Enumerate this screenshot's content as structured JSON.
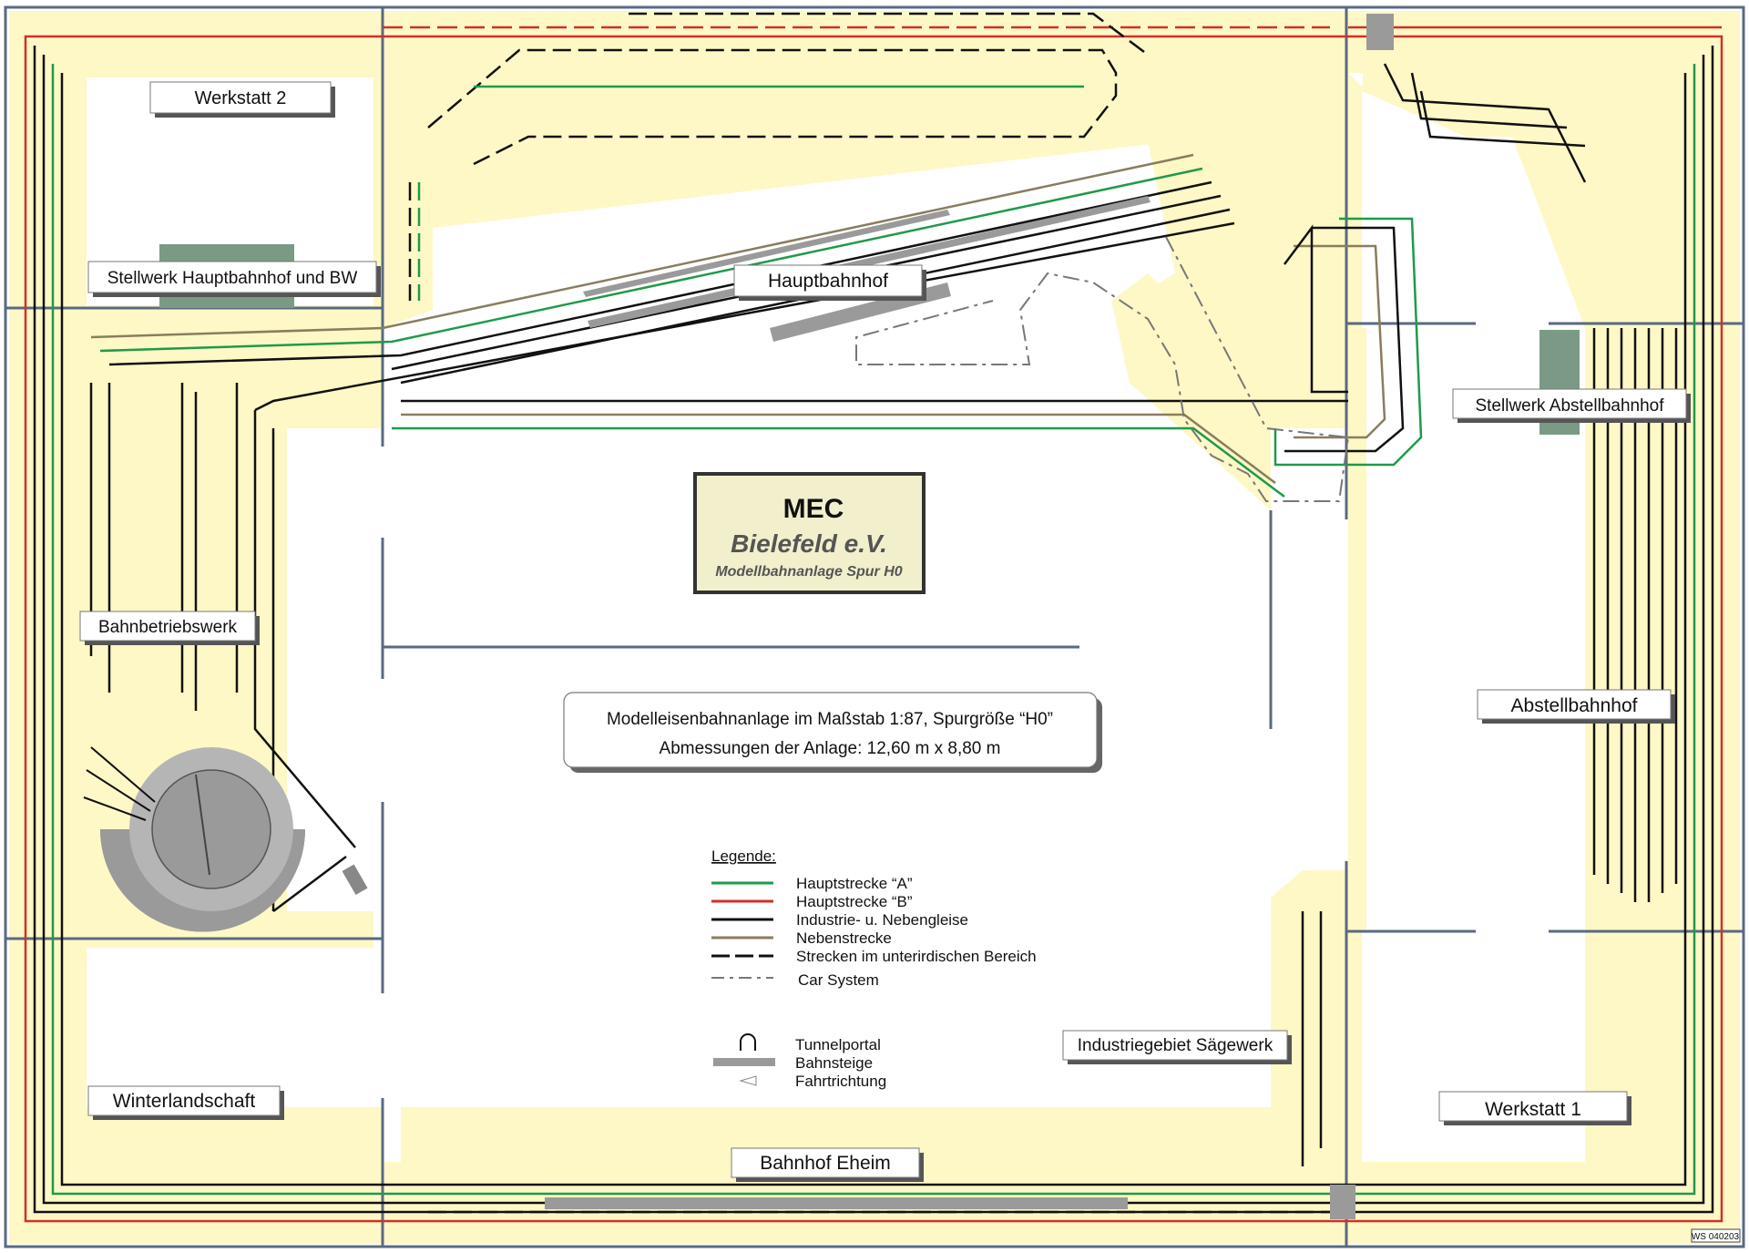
{
  "labels": {
    "werkstatt2": "Werkstatt 2",
    "stellwerk_hbf": "Stellwerk Hauptbahnhof und BW",
    "hauptbahnhof": "Hauptbahnhof",
    "stellwerk_abstell": "Stellwerk Abstellbahnhof",
    "bahnbetriebswerk": "Bahnbetriebswerk",
    "abstellbahnhof": "Abstellbahnhof",
    "industriegebiet": "Industriegebiet Sägewerk",
    "winterlandschaft": "Winterlandschaft",
    "werkstatt1": "Werkstatt 1",
    "bahnhof_eheim": "Bahnhof Eheim"
  },
  "logo": {
    "emblem": "MEC",
    "name": "Bielefeld e.V.",
    "subtitle": "Modellbahnanlage Spur H0"
  },
  "info": {
    "line1": "Modelleisenbahnanlage im Maßstab 1:87, Spurgröße “H0”",
    "line2": "Abmessungen der Anlage: 12,60 m x 8,80 m"
  },
  "legend": {
    "title": "Legende:",
    "items": [
      {
        "label": "Hauptstrecke “A”",
        "color": "#1f9a4a"
      },
      {
        "label": "Hauptstrecke “B”",
        "color": "#d0302a"
      },
      {
        "label": "Industrie- u. Nebengleise",
        "color": "#111111"
      },
      {
        "label": "Nebenstrecke",
        "color": "#8a7d5e"
      },
      {
        "label": "Strecken im unterirdischen Bereich",
        "color": "#111111"
      },
      {
        "label": "Car System",
        "color": "#777777"
      }
    ],
    "symbols": [
      {
        "label": "Tunnelportal"
      },
      {
        "label": "Bahnsteige"
      },
      {
        "label": "Fahrtrichtung"
      }
    ]
  },
  "stamp": "WS 040203",
  "colors": {
    "board": "#fdf8c6",
    "green": "#1f9a4a",
    "red": "#d0302a",
    "track": "#111111",
    "brown": "#8a7d5e",
    "frame": "#5a6a80",
    "platform": "#9a9a9a"
  }
}
